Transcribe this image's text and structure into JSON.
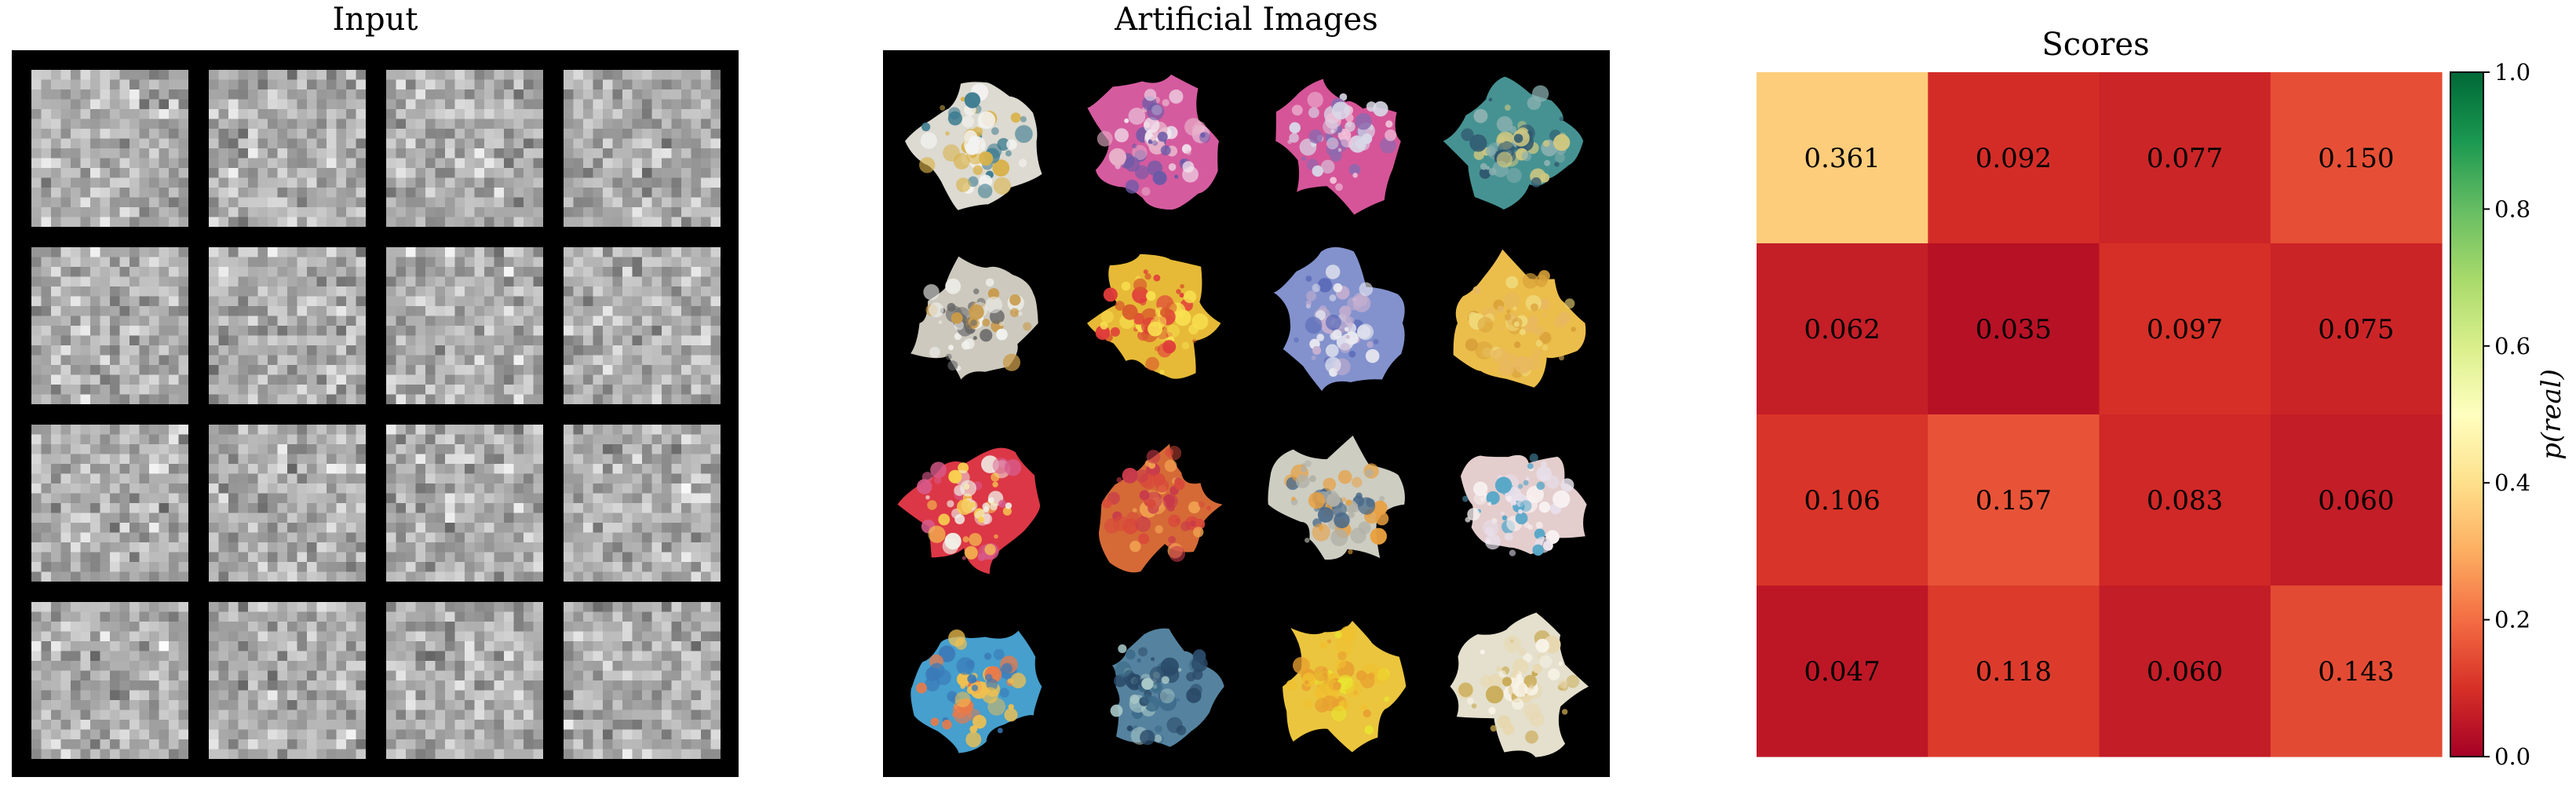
{
  "panels": {
    "input": {
      "title": "Input"
    },
    "artificial": {
      "title": "Artificial Images"
    },
    "scores": {
      "title": "Scores"
    }
  },
  "chart_data": {
    "type": "heatmap",
    "title": "Scores",
    "rows": 4,
    "cols": 4,
    "values": [
      [
        0.361,
        0.092,
        0.077,
        0.15
      ],
      [
        0.062,
        0.035,
        0.097,
        0.075
      ],
      [
        0.106,
        0.157,
        0.083,
        0.06
      ],
      [
        0.047,
        0.118,
        0.06,
        0.143
      ]
    ],
    "value_labels": [
      [
        "0.361",
        "0.092",
        "0.077",
        "0.150"
      ],
      [
        "0.062",
        "0.035",
        "0.097",
        "0.075"
      ],
      [
        "0.106",
        "0.157",
        "0.083",
        "0.060"
      ],
      [
        "0.047",
        "0.118",
        "0.060",
        "0.143"
      ]
    ],
    "colormap": "RdYlGn",
    "vmin": 0.0,
    "vmax": 1.0,
    "colorbar": {
      "label": "p(real)",
      "ticks": [
        0.0,
        0.2,
        0.4,
        0.6,
        0.8,
        1.0
      ],
      "tick_labels": [
        "0.0",
        "0.2",
        "0.4",
        "0.6",
        "0.8",
        "1.0"
      ]
    },
    "grid": false
  },
  "artificial_blobs": [
    {
      "colors": [
        "#e8e6dc",
        "#3a7a8f",
        "#d9b24a",
        "#f2f2f0"
      ]
    },
    {
      "colors": [
        "#e060a8",
        "#f2e8f0",
        "#6a5aa8",
        "#e8b0c8"
      ]
    },
    {
      "colors": [
        "#e05aa0",
        "#d8d8e8",
        "#8a6ab0",
        "#f0c0d8"
      ]
    },
    {
      "colors": [
        "#4a9a9a",
        "#d0c880",
        "#305870",
        "#8ab0b0"
      ]
    },
    {
      "colors": [
        "#d8d4c8",
        "#6a6a6a",
        "#c89a4a",
        "#f0f0ec"
      ]
    },
    {
      "colors": [
        "#f2c43a",
        "#e03a3a",
        "#f8e050",
        "#d85a2a"
      ]
    },
    {
      "colors": [
        "#8a9ad8",
        "#e8e8f0",
        "#5a6ab8",
        "#c8b0d0"
      ]
    },
    {
      "colors": [
        "#f8c850",
        "#f0d878",
        "#d8a038",
        "#e8b860"
      ]
    },
    {
      "colors": [
        "#e83a4a",
        "#f0f0e8",
        "#f8d050",
        "#d85a8a"
      ]
    },
    {
      "colors": [
        "#e0703a",
        "#d84a3a",
        "#f0a050",
        "#c83a4a"
      ]
    },
    {
      "colors": [
        "#d8d8cc",
        "#4a6a8a",
        "#e8a040",
        "#b0b0a8"
      ]
    },
    {
      "colors": [
        "#f0d8d8",
        "#e8e0ec",
        "#5aa8c8",
        "#f8f0f0"
      ]
    },
    {
      "colors": [
        "#4aa8d8",
        "#e87a4a",
        "#3a7ab8",
        "#f0c050"
      ]
    },
    {
      "colors": [
        "#5a8aa8",
        "#3a6a88",
        "#a8c8c8",
        "#2a4a68"
      ]
    },
    {
      "colors": [
        "#f8d040",
        "#e8a030",
        "#f0c030",
        "#e8e830"
      ]
    },
    {
      "colors": [
        "#f0ecd8",
        "#e8d8b0",
        "#c8a850",
        "#f8f4e8"
      ]
    }
  ]
}
